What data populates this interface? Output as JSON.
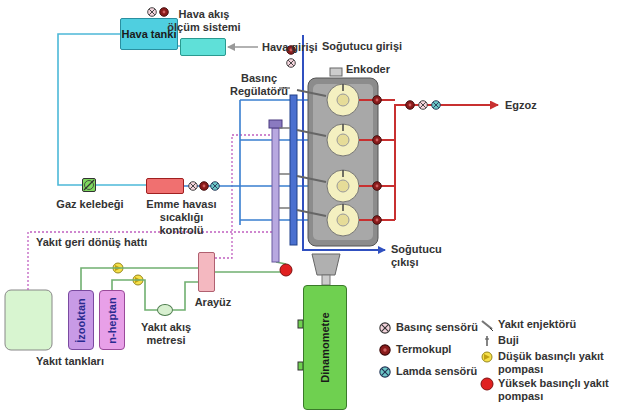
{
  "diagram": {
    "nodes": [
      {
        "text": [
          "Hava tankı"
        ]
      },
      {
        "text": [
          "Hava akış ölçüm sistemi"
        ]
      },
      {
        "text": [
          "Gaz kelebeği"
        ]
      },
      {
        "text": [
          "Emme havası sıcaklığı kontrolü"
        ]
      },
      {
        "text": [
          "Arayüz"
        ]
      },
      {
        "text": [
          "İzooktan"
        ]
      },
      {
        "text": [
          "n-heptan"
        ]
      },
      {
        "text": [
          "Yakıt akış metresi"
        ]
      },
      {
        "text": [
          "Dinamometre"
        ]
      }
    ],
    "edges": [
      {
        "from": 1,
        "to": 0,
        "arrow": "none"
      },
      {
        "from": 0,
        "to": 2,
        "arrow": "none"
      },
      {
        "from": 2,
        "to": 3,
        "arrow": "none"
      },
      {
        "from": 5,
        "to": 4,
        "arrow": "none"
      },
      {
        "from": 6,
        "to": 7,
        "arrow": "none"
      },
      {
        "from": 7,
        "to": 4,
        "arrow": "none"
      }
    ],
    "labels": [
      "Hava girişi",
      "Basınç Regülatörü",
      "Soğutucu girişi",
      "Enkoder",
      "Egzoz",
      "Soğutucu çıkışı",
      "Yakıt geri dönüş hattı",
      "Yakıt tankları"
    ],
    "legend": [
      {
        "text": "Basınç sensörü"
      },
      {
        "text": "Termokupl"
      },
      {
        "text": "Lamda sensörü"
      },
      {
        "text": "Yakıt enjektörü"
      },
      {
        "text": "Buji"
      },
      {
        "text": "Düşük basınçlı yakıt pompası"
      },
      {
        "text": "Yüksek basınçlı yakıt pompası"
      }
    ]
  }
}
